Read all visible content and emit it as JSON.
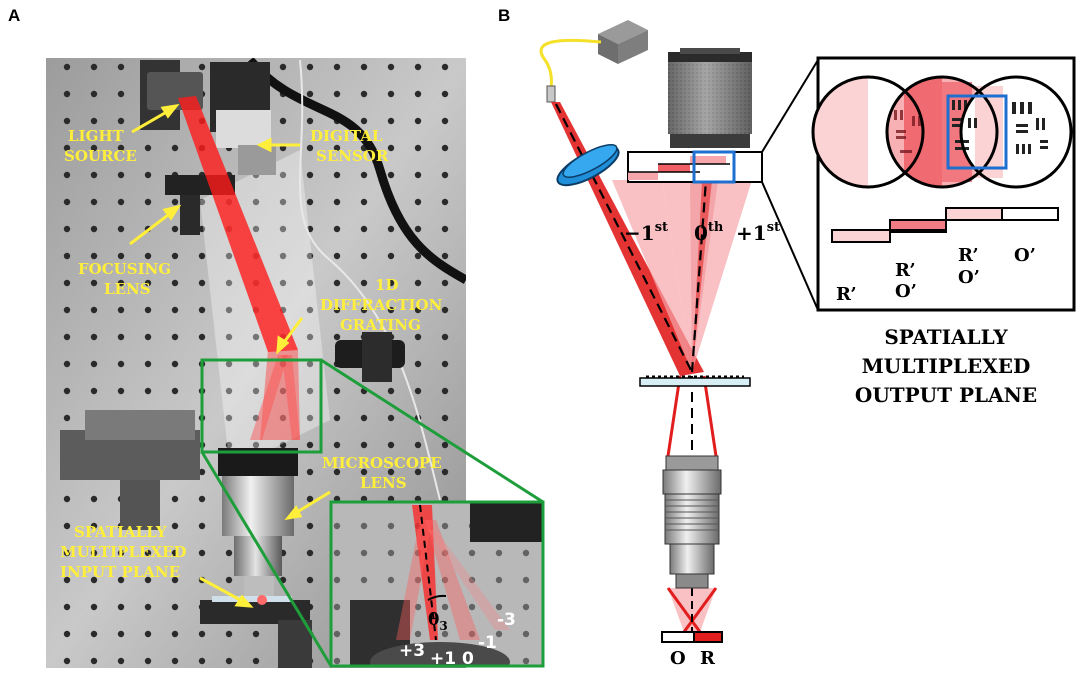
{
  "panel_a": {
    "letter": "A",
    "labels": {
      "light_source": [
        "LIGHT",
        "SOURCE"
      ],
      "digital_sensor": [
        "DIGITAL",
        "SENSOR"
      ],
      "focusing_lens": [
        "FOCUSING",
        "LENS"
      ],
      "grating": [
        "1D",
        "DIFFRACTION",
        "GRATING"
      ],
      "microscope_lens": [
        "MICROSCOPE",
        "LENS"
      ],
      "input_plane": [
        "SPATIALLY",
        "MULTIPLEXED",
        "INPUT PLANE"
      ]
    },
    "inset_orders": {
      "theta": "θ",
      "theta_sub": "3",
      "m3": "-3",
      "m1": "-1",
      "zero": "0",
      "p1": "+1",
      "p3": "+3"
    }
  },
  "panel_b": {
    "letter": "B",
    "orders": {
      "minus1": "−1",
      "minus1_sup": "st",
      "zero": "0",
      "zero_sup": "th",
      "plus1": "+1",
      "plus1_sup": "st"
    },
    "strip_labels": {
      "r1": "R’",
      "r2": "R’",
      "o2": "O’",
      "r3": "R’",
      "o3": "O’",
      "o4": "O’"
    },
    "bottom_labels": {
      "o": "O",
      "r": "R"
    },
    "caption": [
      "SPATIALLY",
      "MULTIPLEXED",
      "OUTPUT PLANE"
    ]
  },
  "colors": {
    "label_yellow": "#ffef3a",
    "inset_green": "#1e9e3a",
    "beam_red": "#e11d1d",
    "pink": "#f6a7ab",
    "blue_box": "#1e6fd0"
  }
}
